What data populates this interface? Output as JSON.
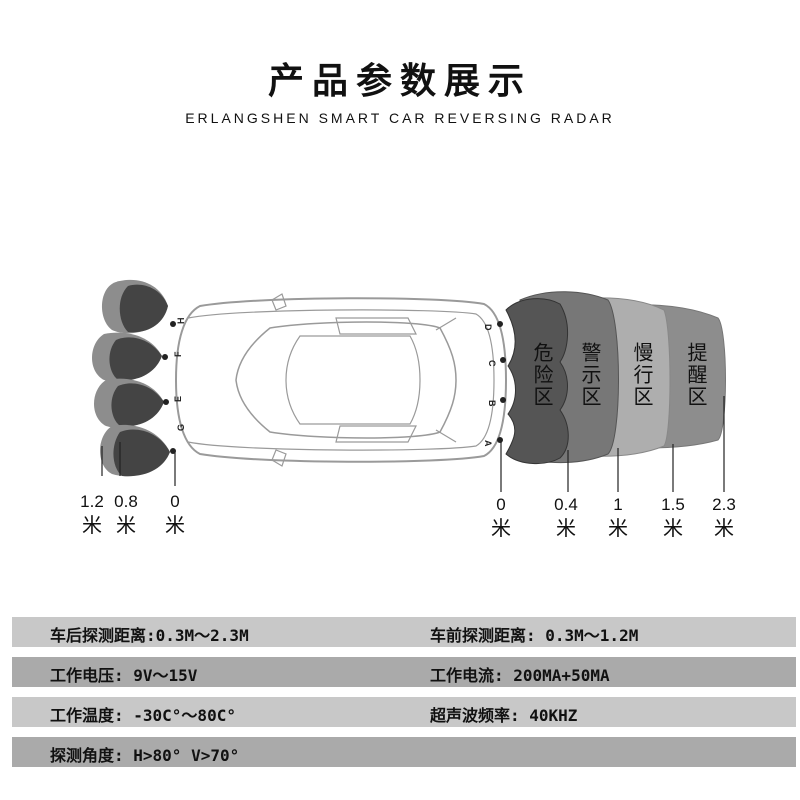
{
  "title": "产品参数展示",
  "subtitle": "ERLANGSHEN SMART CAR REVERSING RADAR",
  "colors": {
    "zone_danger": "#555555",
    "zone_warning": "#777777",
    "zone_slow": "#aeaeae",
    "zone_notice": "#8d8d8d",
    "row_light": "#c8c8c8",
    "row_dark": "#aaaaaa"
  },
  "sensors": {
    "rear": [
      "H",
      "F",
      "E",
      "G"
    ],
    "front": [
      "D",
      "C",
      "B",
      "A"
    ]
  },
  "zones": [
    "危险区",
    "警示区",
    "慢行区",
    "提醒区"
  ],
  "rear_distances": [
    {
      "value": "1.2",
      "unit": "米"
    },
    {
      "value": "0.8",
      "unit": "米"
    },
    {
      "value": "0",
      "unit": "米"
    }
  ],
  "front_distances": [
    {
      "value": "0",
      "unit": "米"
    },
    {
      "value": "0.4",
      "unit": "米"
    },
    {
      "value": "1",
      "unit": "米"
    },
    {
      "value": "1.5",
      "unit": "米"
    },
    {
      "value": "2.3",
      "unit": "米"
    }
  ],
  "specs": [
    [
      "车后探测距离:0.3M～2.3M",
      "车前探测距离: 0.3M～1.2M"
    ],
    [
      "工作电压: 9V～15V",
      "工作电流: 200MA+50MA"
    ],
    [
      "工作温度: -30C°～80C°",
      "超声波频率: 40KHZ"
    ],
    [
      "探测角度: H>80° V>70°",
      ""
    ]
  ]
}
